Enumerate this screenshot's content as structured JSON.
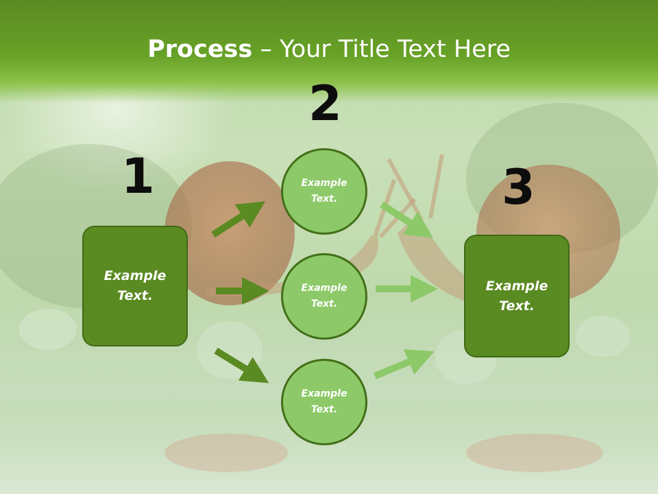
{
  "title": {
    "bold": "Process",
    "rest": " – Your Title Text Here"
  },
  "steps": {
    "one": {
      "number": "1",
      "text": "Example Text."
    },
    "two": {
      "number": "2",
      "texts": [
        "Example Text.",
        "Example Text.",
        "Example Text."
      ]
    },
    "three": {
      "number": "3",
      "text": "Example Text."
    }
  },
  "colors": {
    "header": "#68a227",
    "box": "#5a8a22",
    "circle": "#8dc968",
    "arrow_left": "#5a8a22",
    "arrow_right": "#8dc968"
  }
}
